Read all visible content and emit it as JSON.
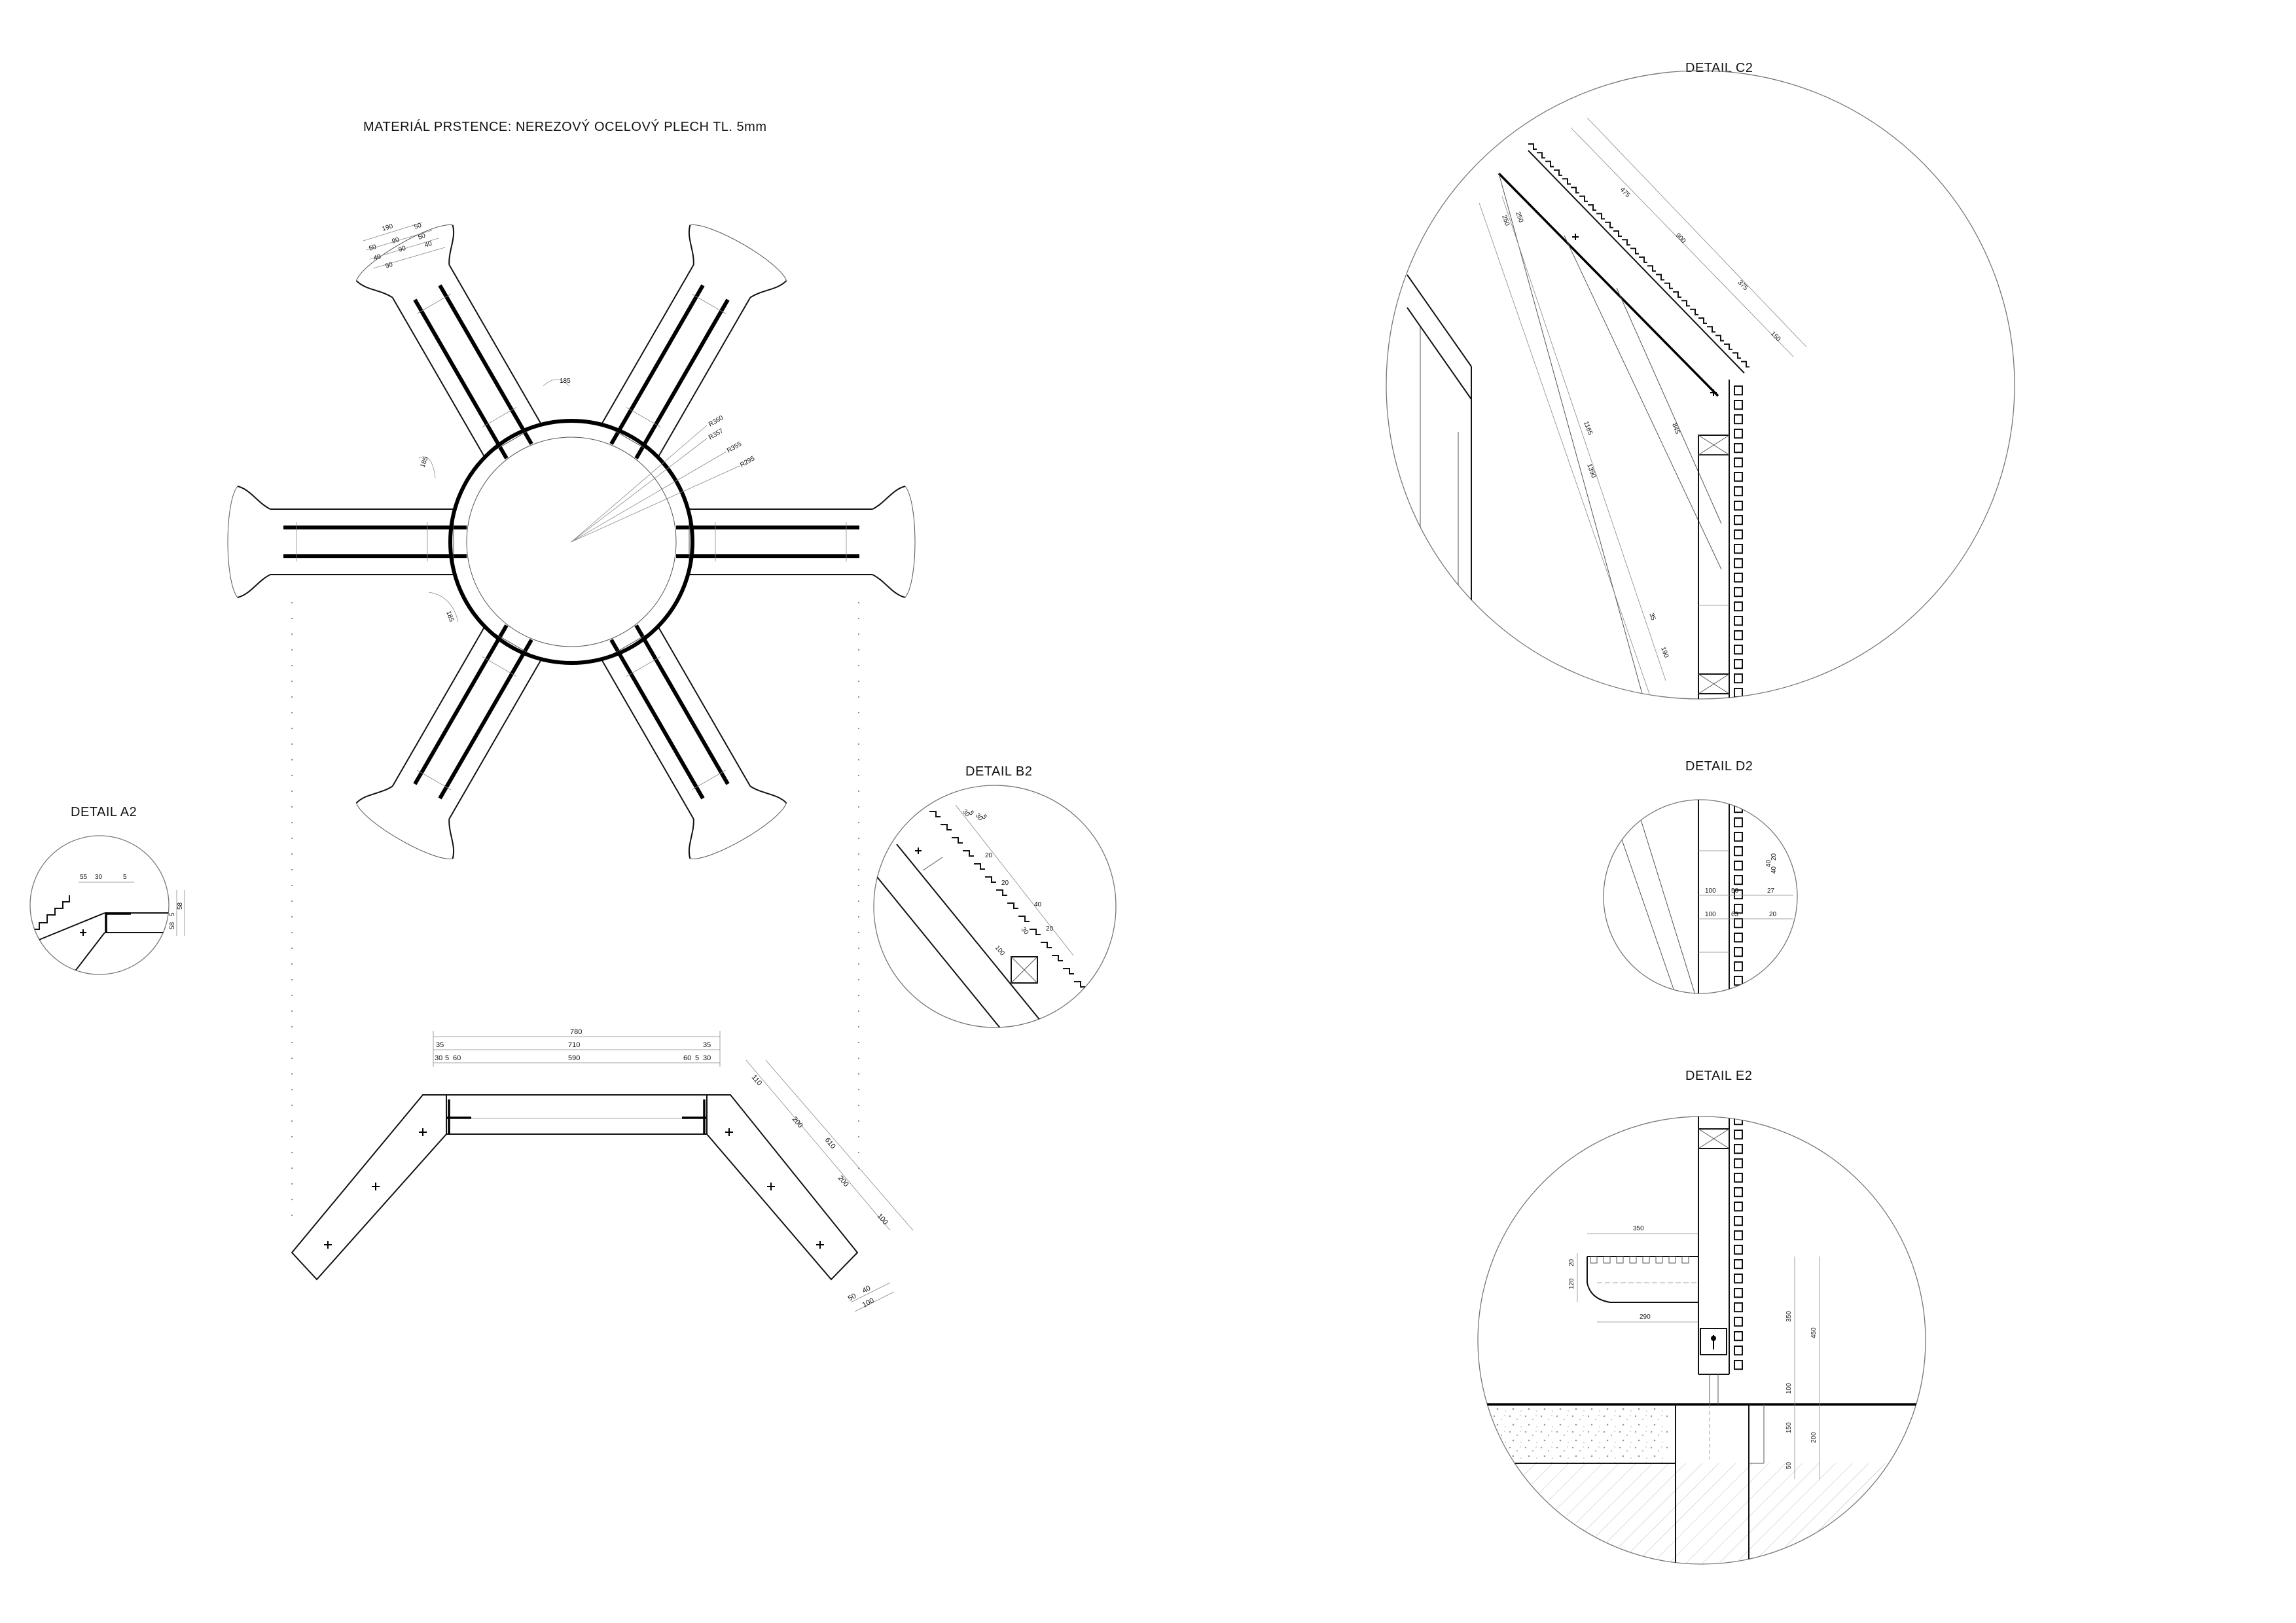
{
  "main_title": "MATERIÁL PRSTENCE: NEREZOVÝ OCELOVÝ PLECH TL. 5mm",
  "details": {
    "a2": "DETAIL A2",
    "b2": "DETAIL B2",
    "c2": "DETAIL C2",
    "d2": "DETAIL D2",
    "e2": "DETAIL E2"
  },
  "plan": {
    "radii": [
      "R360",
      "R357",
      "R355",
      "R295"
    ],
    "angle_dims": [
      "185",
      "185",
      "185"
    ],
    "arm_dims": [
      "190",
      "50",
      "90",
      "90",
      "50",
      "50",
      "40",
      "40",
      "90"
    ]
  },
  "section": {
    "top_total": "780",
    "row2": [
      "35",
      "710",
      "35"
    ],
    "row3": [
      "30",
      "5",
      "60",
      "590",
      "60",
      "5",
      "30"
    ],
    "side": [
      "110",
      "200",
      "610",
      "200",
      "100"
    ],
    "bottom": [
      "50",
      "40",
      "100"
    ]
  },
  "detail_a2_dims": [
    "55",
    "30",
    "5",
    "58",
    "5",
    "58"
  ],
  "detail_b2_dims": [
    "30",
    "5",
    "30",
    "5",
    "20",
    "20",
    "40",
    "20",
    "100",
    "30"
  ],
  "detail_c2_dims": [
    "475",
    "900",
    "375",
    "150",
    "250",
    "250",
    "845",
    "1165",
    "1390",
    "35",
    "190"
  ],
  "detail_d2_dims": [
    "40",
    "20",
    "40",
    "100",
    "50",
    "27",
    "100",
    "63",
    "20"
  ],
  "detail_e2_dims": [
    "350",
    "20",
    "120",
    "290",
    "350",
    "450",
    "100",
    "150",
    "200",
    "50"
  ]
}
